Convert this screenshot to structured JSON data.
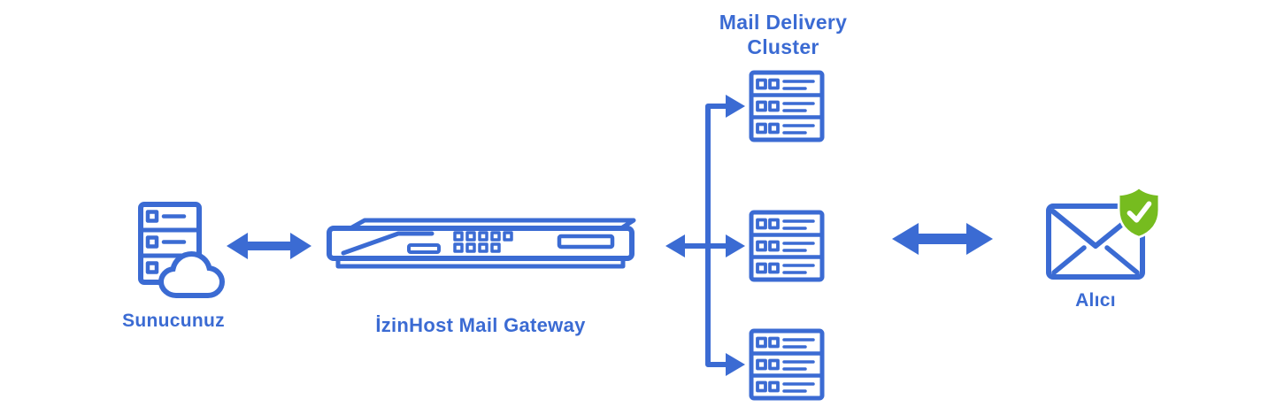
{
  "colors": {
    "primary": "#3b6bd3",
    "success": "#76bc1f",
    "background": "#ffffff"
  },
  "nodes": {
    "source": {
      "label": "Sunucunuz"
    },
    "gateway": {
      "label": "İzinHost Mail Gateway"
    },
    "cluster": {
      "title": "Mail Delivery Cluster",
      "server_count": 3
    },
    "recipient": {
      "label": "Alıcı"
    }
  },
  "connectors": [
    {
      "name": "arrow-server-gateway",
      "type": "double-headed"
    },
    {
      "name": "connector-gateway-cluster",
      "type": "fan-out-3"
    },
    {
      "name": "arrow-cluster-recipient",
      "type": "double-headed"
    }
  ]
}
